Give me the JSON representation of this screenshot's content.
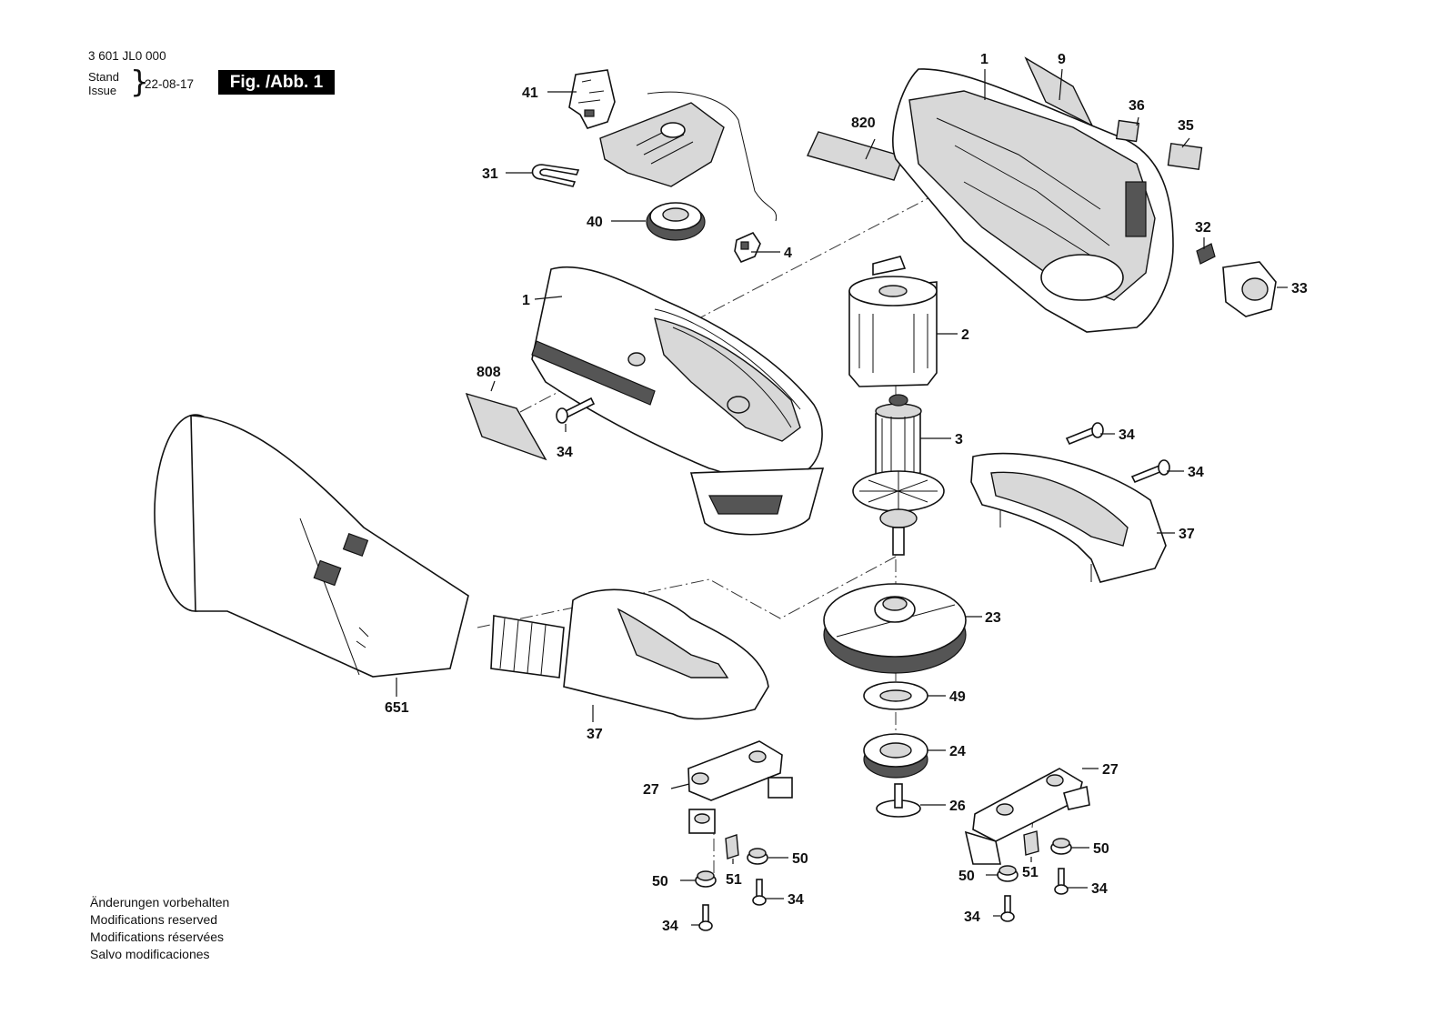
{
  "header": {
    "doc_number": "3 601 JL0 000",
    "stand": "Stand",
    "issue": "Issue",
    "brace": "}",
    "date": "22-08-17",
    "figure_label": "Fig. /Abb. 1"
  },
  "notes": [
    "Änderungen vorbehalten",
    "Modifications reserved",
    "Modifications réservées",
    "Salvo modificaciones"
  ],
  "callouts": {
    "p41": "41",
    "p31": "31",
    "p40": "40",
    "p4": "4",
    "p820": "820",
    "p1_top": "1",
    "p9": "9",
    "p36": "36",
    "p35": "35",
    "p32": "32",
    "p33": "33",
    "p1_mid": "1",
    "p2": "2",
    "p808": "808",
    "p34_a": "34",
    "p3": "3",
    "p34_b": "34",
    "p34_c": "34",
    "p37_right": "37",
    "p23": "23",
    "p651": "651",
    "p37_bottom": "37",
    "p49": "49",
    "p24": "24",
    "p27_left": "27",
    "p26": "26",
    "p27_right": "27",
    "p50_a": "50",
    "p50_b": "50",
    "p51_a": "51",
    "p34_d": "34",
    "p34_e": "34",
    "p50_c": "50",
    "p50_d": "50",
    "p51_b": "51",
    "p34_f": "34",
    "p34_g": "34"
  }
}
